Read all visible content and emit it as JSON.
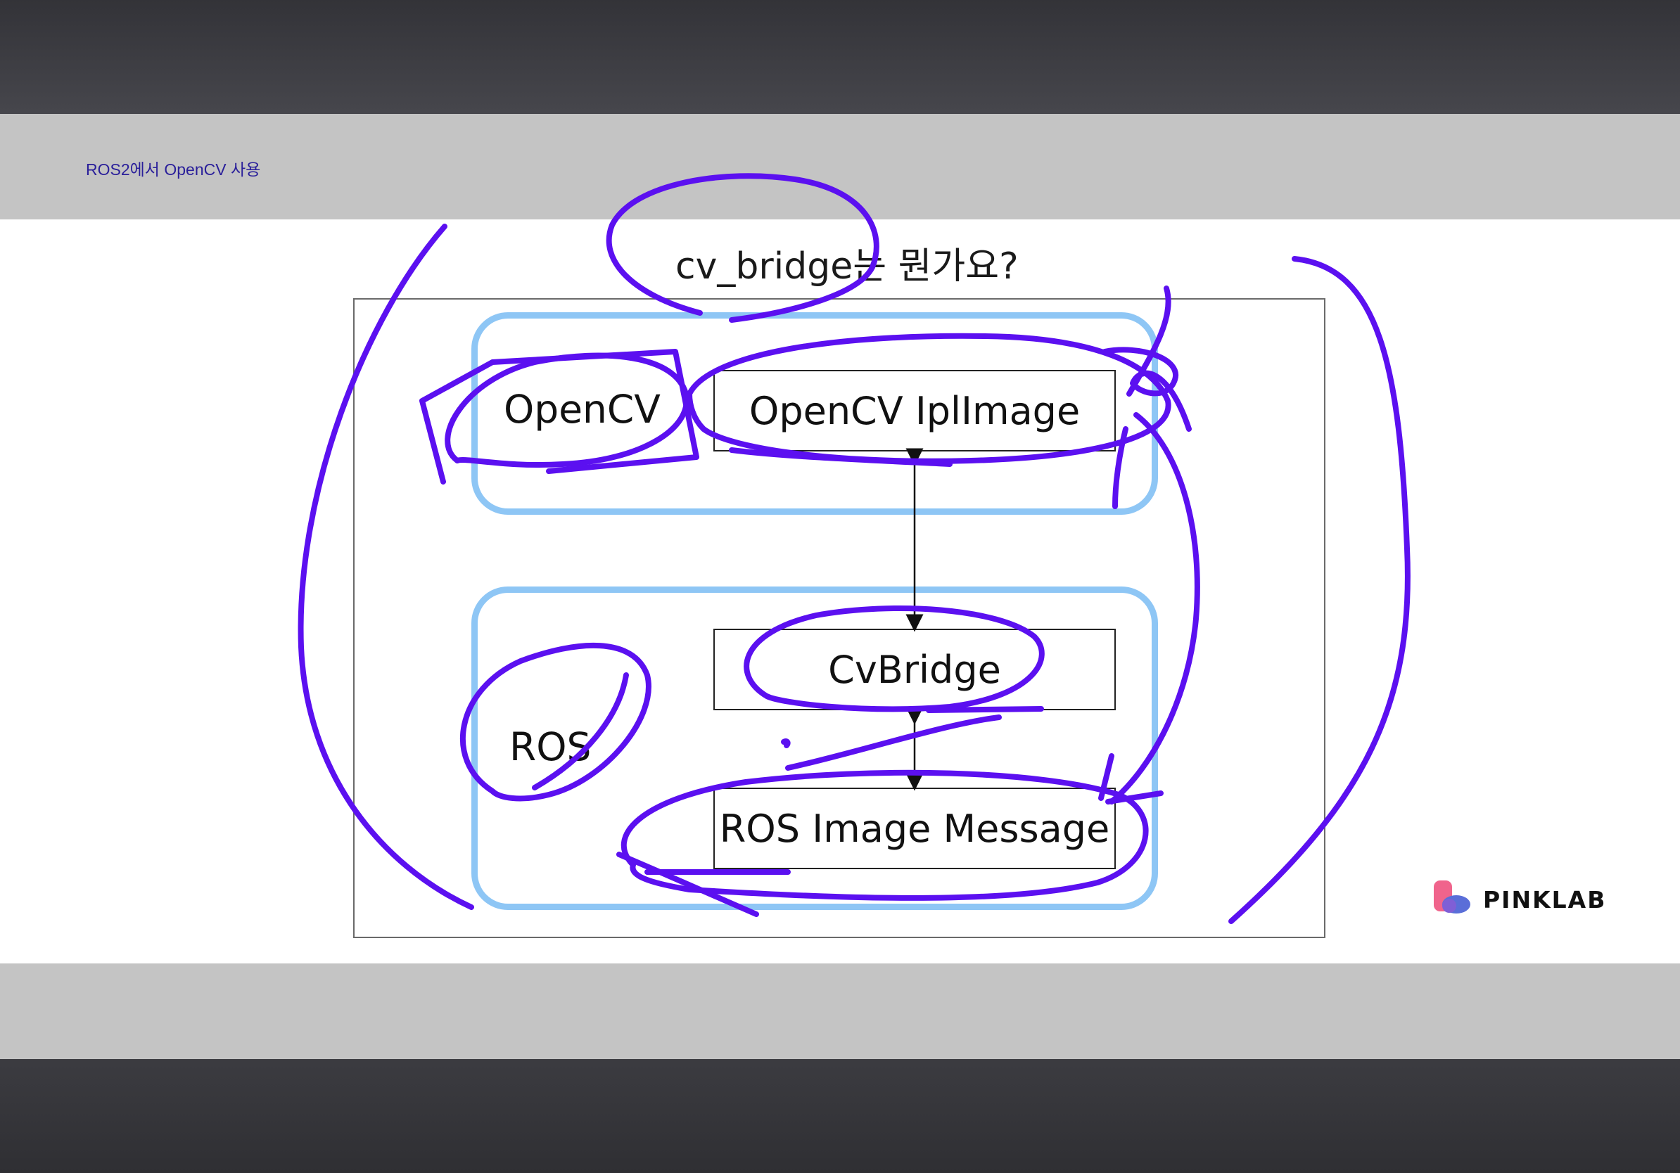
{
  "header": {
    "title": "ROS2에서 OpenCV 사용"
  },
  "slide": {
    "question": "cv_bridge는 뭔가요?"
  },
  "diagram": {
    "clusters": [
      {
        "label": "OpenCV"
      },
      {
        "label": "ROS"
      }
    ],
    "nodes": [
      {
        "label": "OpenCV IplImage"
      },
      {
        "label": "CvBridge"
      },
      {
        "label": "ROS Image Message"
      }
    ]
  },
  "footer": {
    "logo_text": "PINKLAB"
  },
  "colors": {
    "annotation": "#5b10f0",
    "cluster_border": "#8ec6f5",
    "header_bg": "#c4c4c4",
    "header_text": "#2a1f9a"
  }
}
